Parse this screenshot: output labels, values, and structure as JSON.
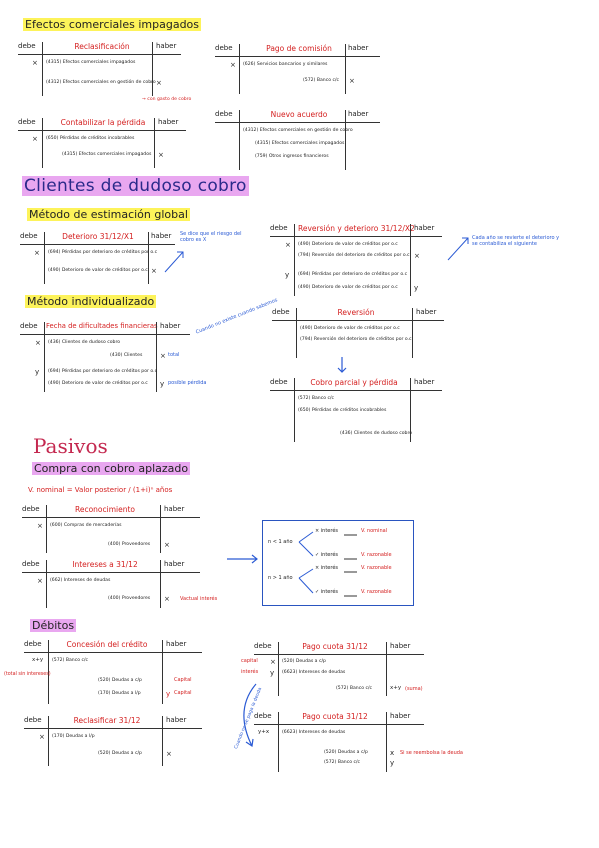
{
  "sections": {
    "efectos_title": "Efectos comerciales impagados",
    "clientes_title": "Clientes de dudoso cobro",
    "metodo_global": "Método de estimación global",
    "metodo_individual": "Método individualizado",
    "pasivos": "Pasivos",
    "compra_aplazado": "Compra con cobro aplazado",
    "v_nominal_formula": "V. nominal = Valor posterior / (1+i)ⁿ años",
    "debitos": "Débitos"
  },
  "common": {
    "debe": "debe",
    "haber": "haber"
  },
  "accounts": {
    "reclasificacion": {
      "title": "Reclasificación",
      "l1": "(4315) Efectos comerciales impagados",
      "l2": "(4312) Efectos comerciales en gestión de cobro",
      "m1": "×",
      "m2": "×",
      "note": "→ con gasto de cobro"
    },
    "pago_comision": {
      "title": "Pago de comisión",
      "l1": "(626) Servicios bancarios y similares",
      "l2": "(572) Banco c/c",
      "m1": "×",
      "m2": "×"
    },
    "contabilizar_perdida": {
      "title": "Contabilizar la pérdida",
      "l1": "(650) Pérdidas de créditos incobrables",
      "l2": "(4315) Efectos comerciales impagados",
      "m1": "×",
      "m2": "×"
    },
    "nuevo_acuerdo": {
      "title": "Nuevo acuerdo",
      "l1": "(4312) Efectos comerciales en gestión de cobro",
      "l2": "(4315) Efectos comerciales impagados",
      "l3": "(759) Otros ingresos financieros"
    },
    "deterioro": {
      "title": "Deterioro 31/12/X1",
      "l1": "(694) Pérdidas por deterioro de créditos por o.c",
      "l2": "(490) Deterioro de valor de créditos por o.c",
      "m1": "×",
      "m2": "×",
      "note": "Se dice que el riesgo del cobro es X"
    },
    "reversion_deterioro": {
      "title": "Reversión y deterioro 31/12/X2",
      "l1": "(490) Deterioro de valor de créditos por o.c",
      "l2": "(794) Reversión del deterioro de créditos por o.c",
      "l3": "(694) Pérdidas por deterioro de créditos por o.c",
      "l4": "(490) Deterioro de valor de créditos por o.c",
      "m1": "×",
      "m2": "×",
      "m3": "y",
      "m4": "y",
      "note": "Cada año se revierte el deterioro y se contabiliza el siguiente"
    },
    "fecha_dificultades": {
      "title": "Fecha de dificultades financieras",
      "l1": "(436) Clientes de dudoso cobro",
      "l2": "(430) Clientes",
      "l3": "(694) Pérdidas por deterioro de créditos por o.c",
      "l4": "(490) Deterioro de valor de créditos por o.c",
      "m1": "×",
      "m2": "×",
      "m3": "y",
      "m4": "y",
      "n2": "total",
      "n4": "posible pérdida"
    },
    "reversion": {
      "title": "Reversión",
      "l1": "(490) Deterioro de valor de créditos por o.c",
      "l2": "(794) Reversión del deterioro de créditos por o.c",
      "note": "Cuando no existe cuando sabemos"
    },
    "cobro_parcial": {
      "title": "Cobro parcial y pérdida",
      "l1": "(572) Banco c/c",
      "l2": "(650) Pérdidas de créditos incobrables",
      "l3": "(436) Clientes de dudoso cobro"
    },
    "reconocimiento": {
      "title": "Reconocimiento",
      "l1": "(600) Compras de mercaderías",
      "l2": "(400) Proveedores",
      "m1": "×",
      "m2": "×"
    },
    "intereses": {
      "title": "Intereses a 31/12",
      "l1": "(662) Intereses de deudas",
      "l2": "(400) Proveedores",
      "m1": "×",
      "m2": "×",
      "note": "Vactual interés"
    },
    "concesion": {
      "title": "Concesión del crédito",
      "l1": "(572) Banco c/c",
      "l2": "(520) Deudas a c/p",
      "l3": "(170) Deudas a l/p",
      "m1": "x+y",
      "m3": "y",
      "n2": "Capital",
      "n3": "Capital",
      "side": "(total sin intereses)"
    },
    "reclasificar": {
      "title": "Reclasificar 31/12",
      "l1": "(170) Deudas a l/p",
      "l2": "(520) Deudas a c/p",
      "m1": "×",
      "m2": "×"
    },
    "pago_cuota1": {
      "title": "Pago cuota 31/12",
      "l1": "(520) Deudas a c/p",
      "l2": "(6623) Intereses de deudas",
      "l3": "(572) Banco c/c",
      "m1": "×",
      "m2": "y",
      "m3": "x+y",
      "n3": "(suma)",
      "side1": "capital",
      "side2": "interés"
    },
    "pago_cuota2": {
      "title": "Pago cuota 31/12",
      "l1": "(6623) Intereses de deudas",
      "l2": "(520) Deudas a c/p",
      "l3": "(572) Banco c/c",
      "m1": "y+x",
      "m2": "x",
      "m3": "y",
      "n2": "Si se reembolsa la deuda",
      "side": "Cuando no se paga la deuda"
    }
  },
  "diagram": {
    "n_lt": "n < 1 año",
    "n_gt": "n > 1 año",
    "x_int": "× interés",
    "v_int": "✓ interés",
    "v_nominal": "V. nominal",
    "v_razonable": "V. razonable"
  }
}
